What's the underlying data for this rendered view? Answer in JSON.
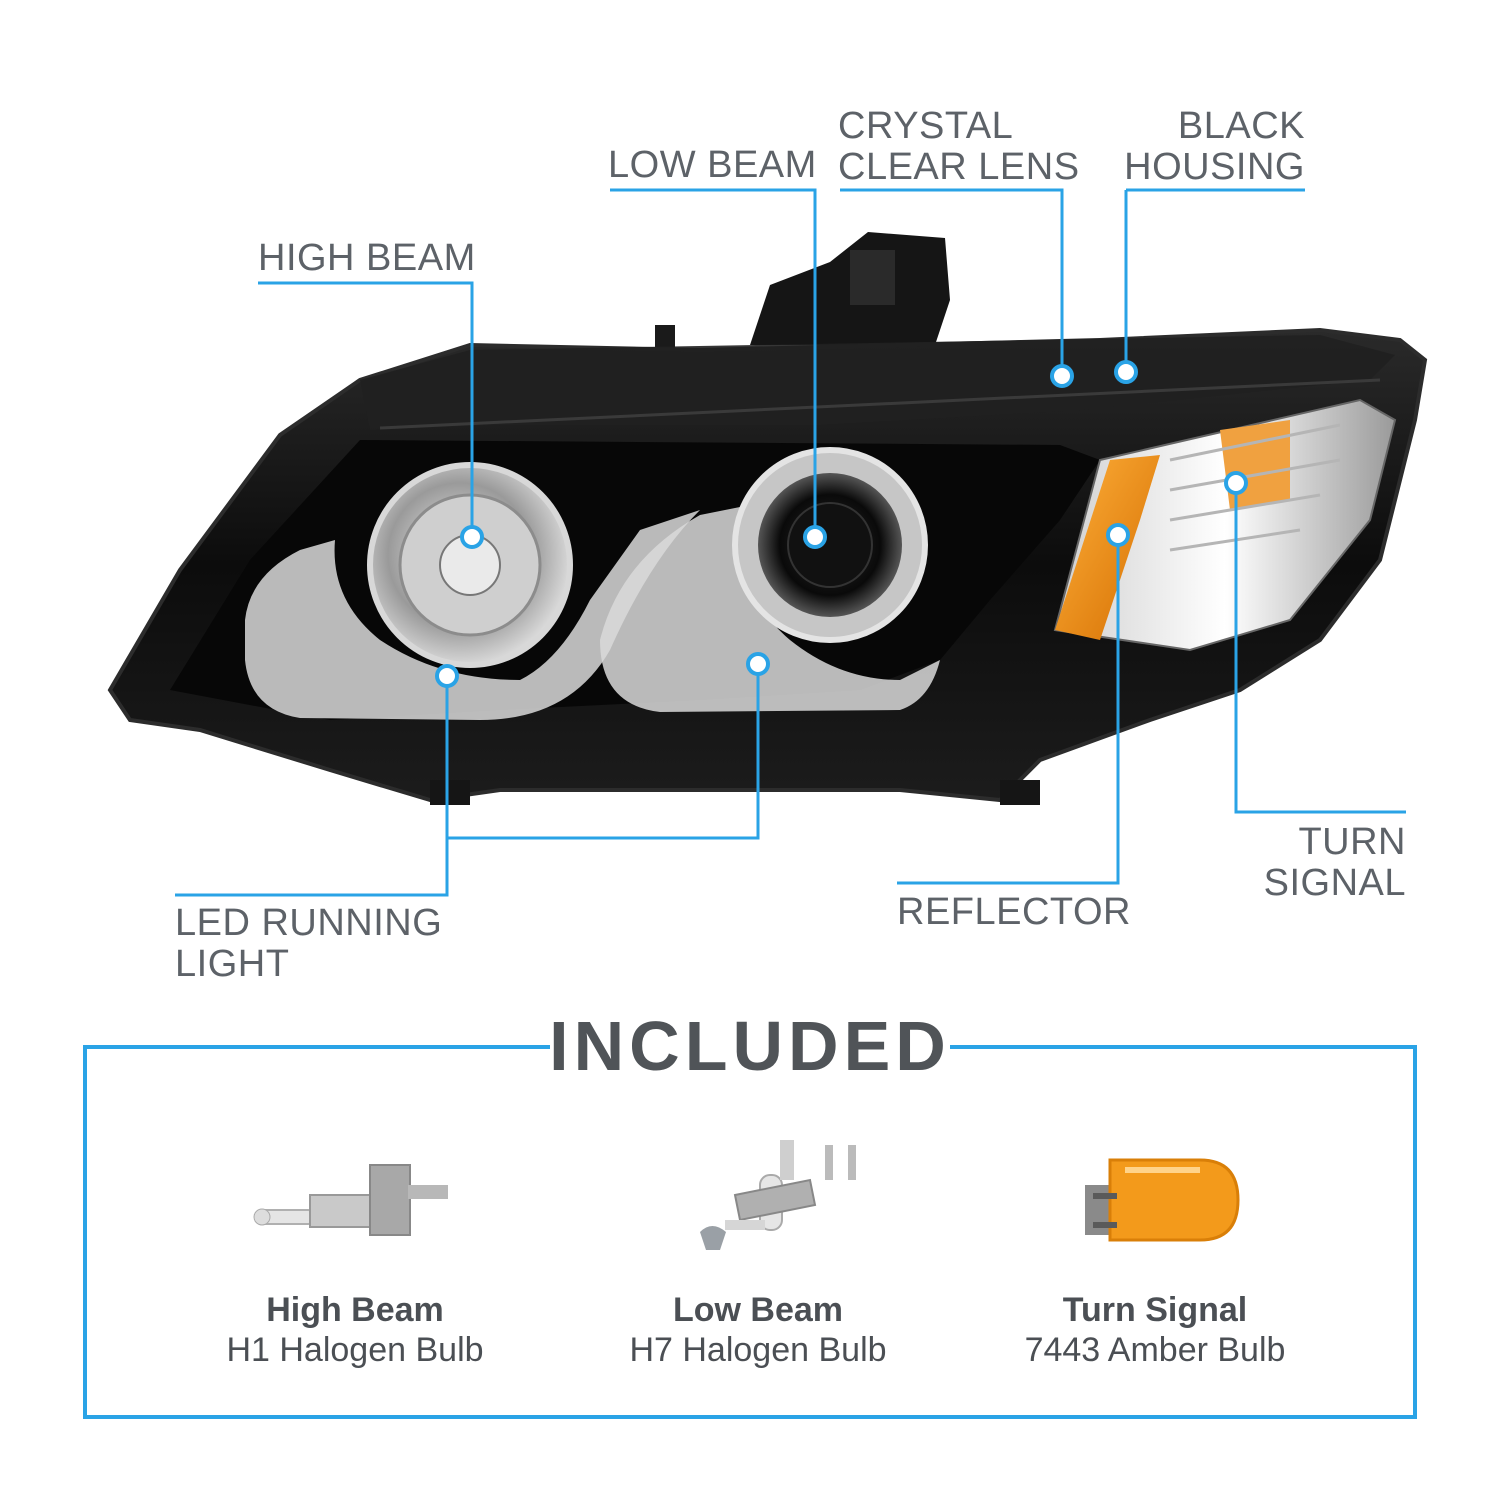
{
  "callouts": {
    "high_beam": [
      "HIGH BEAM"
    ],
    "low_beam": [
      "LOW BEAM"
    ],
    "crystal_clear_lens": [
      "CRYSTAL",
      "CLEAR LENS"
    ],
    "black_housing": [
      "BLACK",
      "HOUSING"
    ],
    "led_running_light": [
      "LED RUNNING",
      "LIGHT"
    ],
    "reflector": [
      "REFLECTOR"
    ],
    "turn_signal": [
      "TURN",
      "SIGNAL"
    ]
  },
  "included": {
    "title": "INCLUDED",
    "items": [
      {
        "name": "High Beam",
        "desc": "H1 Halogen Bulb",
        "icon": "h1-bulb-icon"
      },
      {
        "name": "Low Beam",
        "desc": "H7 Halogen Bulb",
        "icon": "h7-bulb-icon"
      },
      {
        "name": "Turn Signal",
        "desc": "7443 Amber Bulb",
        "icon": "amber-bulb-icon"
      }
    ]
  },
  "colors": {
    "accent": "#2aa3e6",
    "text": "#5d6268",
    "amber": "#f39a1b",
    "housing": "#111111"
  }
}
